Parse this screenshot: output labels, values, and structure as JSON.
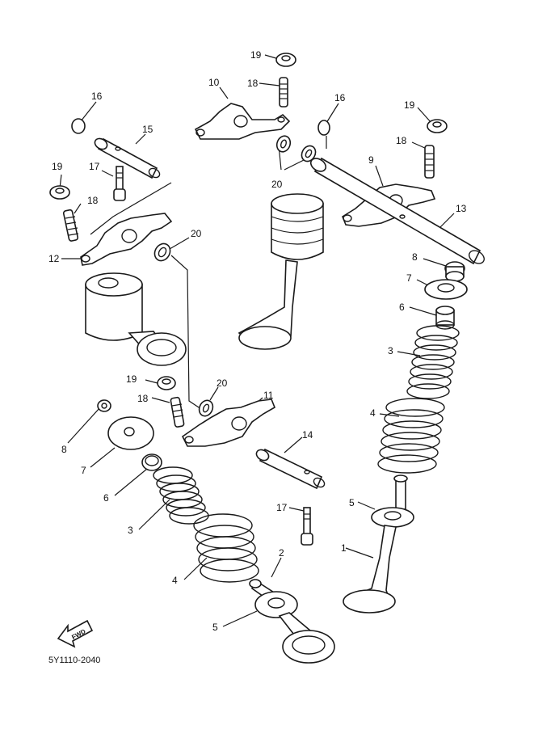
{
  "diagram_code": "5Y1110-2040",
  "fwd_label": "FWD",
  "callouts": {
    "c19a": "19",
    "c18a": "18",
    "c10": "10",
    "c16a": "16",
    "c15": "15",
    "c16b": "16",
    "c19b": "19",
    "c18b": "18",
    "c9": "9",
    "c19c": "19",
    "c17a": "17",
    "c18c": "18",
    "c20a": "20",
    "c13": "13",
    "c20b": "20",
    "c12": "12",
    "c8a": "8",
    "c7a": "7",
    "c6a": "6",
    "c3a": "3",
    "c4a": "4",
    "c19d": "19",
    "c20c": "20",
    "c11": "11",
    "c18d": "18",
    "c8b": "8",
    "c7b": "7",
    "c14": "14",
    "c6b": "6",
    "c5a": "5",
    "c3b": "3",
    "c17b": "17",
    "c1": "1",
    "c2": "2",
    "c4b": "4",
    "c5b": "5"
  }
}
